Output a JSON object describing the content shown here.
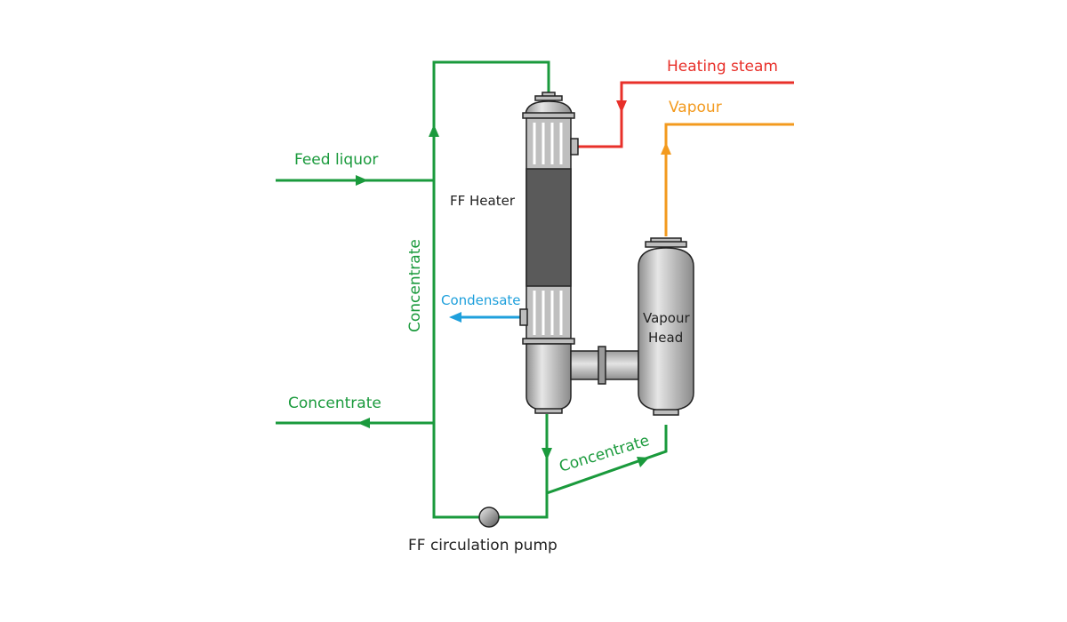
{
  "labels": {
    "heating_steam": "Heating steam",
    "vapour": "Vapour",
    "feed_liquor": "Feed liquor",
    "ff_heater": "FF Heater",
    "concentrate_vertical": "Concentrate",
    "condensate": "Condensate",
    "vapour_head_line1": "Vapour",
    "vapour_head_line2": "Head",
    "concentrate_left": "Concentrate",
    "concentrate_return": "Concentrate",
    "pump": "FF circulation pump"
  },
  "colors": {
    "concentrate_green": "#1a9a3c",
    "steam_red": "#e8302a",
    "vapour_orange": "#f39a1e",
    "condensate_blue": "#1fa0dc",
    "vessel_fill": "#c4c4c4",
    "vessel_dark": "#5a5a5a",
    "outline": "#222222"
  }
}
